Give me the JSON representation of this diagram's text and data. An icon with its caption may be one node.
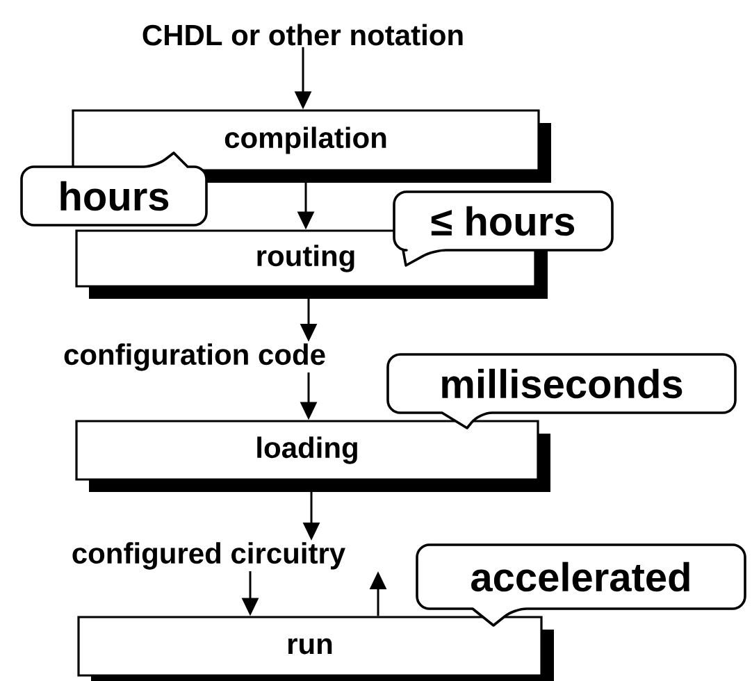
{
  "diagram": {
    "nodes": [
      {
        "text": [
          "CHDL or other notation"
        ]
      },
      {
        "text": [
          "compilation"
        ]
      },
      {
        "text": [
          "routing"
        ]
      },
      {
        "text": [
          "configuration code"
        ]
      },
      {
        "text": [
          "loading"
        ]
      },
      {
        "text": [
          "configured circuitry"
        ]
      },
      {
        "text": [
          "run"
        ]
      },
      {
        "text": [
          "hours"
        ]
      },
      {
        "text": [
          "≤ hours"
        ]
      },
      {
        "text": [
          "milliseconds"
        ]
      },
      {
        "text": [
          "accelerated"
        ]
      }
    ],
    "edges": [
      {
        "from": 0,
        "to": 1,
        "arrow": "to"
      },
      {
        "from": 1,
        "to": 2,
        "arrow": "to"
      },
      {
        "from": 2,
        "to": 3,
        "arrow": "to"
      },
      {
        "from": 3,
        "to": 4,
        "arrow": "to"
      },
      {
        "from": 4,
        "to": 5,
        "arrow": "to"
      },
      {
        "from": 5,
        "to": 6,
        "arrow": "to"
      },
      {
        "from": 6,
        "to": 5,
        "arrow": "to"
      }
    ]
  }
}
